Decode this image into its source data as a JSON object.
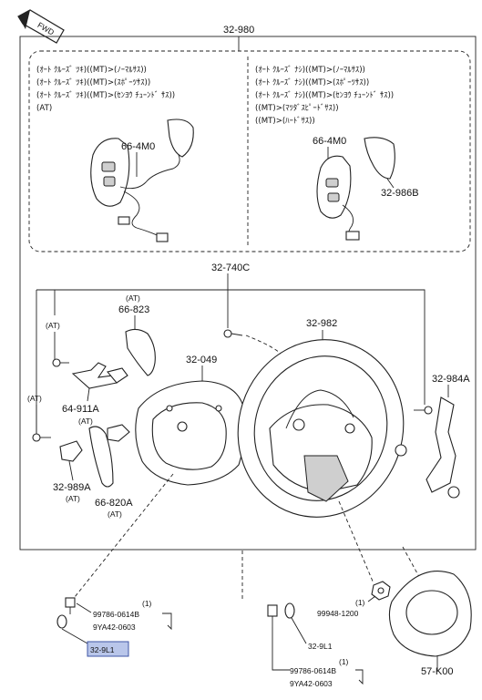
{
  "direction_tag": "FWD",
  "upper_box": {
    "part_no": "32-980",
    "left_notes": [
      "(ｵｰﾄ ｸﾙｰｽﾞ ﾂｷ)((MT)>(ﾉｰﾏﾙｻｽ))",
      "(ｵｰﾄ ｸﾙｰｽﾞ ﾂｷ)((MT)>(ｽﾎﾟｰﾂｻｽ))",
      "(ｵｰﾄ ｸﾙｰｽﾞ ﾂｷ)((MT)>(ｾﾝﾖｳ ﾁｭｰﾝﾄﾞ ｻｽ))",
      "(AT)"
    ],
    "right_notes": [
      "(ｵｰﾄ ｸﾙｰｽﾞ ﾅｼ)((MT)>(ﾉｰﾏﾙｻｽ))",
      "(ｵｰﾄ ｸﾙｰｽﾞ ﾅｼ)((MT)>(ｽﾎﾟｰﾂｻｽ))",
      "(ｵｰﾄ ｸﾙｰｽﾞ ﾅｼ)((MT)>(ｾﾝﾖｳ ﾁｭｰﾝﾄﾞ ｻｽ))",
      "((MT)>(ﾏﾂﾀﾞｽﾋﾟｰﾄﾞｻｽ))",
      "((MT)>(ﾊｰﾄﾞｻｽ))"
    ],
    "left_switch": "66-4M0",
    "right_switch": "66-4M0",
    "right_cover": "32-986B"
  },
  "lower": {
    "paddle_bracket_group": "32-740C",
    "wheel": "32-982",
    "cover": "32-049",
    "right_bracket": "32-984A",
    "paddle_up": {
      "note": "(AT)",
      "part_no": "66-823"
    },
    "paddle_down": {
      "part_no": "66-820A",
      "note": "(AT)"
    },
    "bracket": {
      "part_no": "64-911A",
      "note": "(AT)"
    },
    "bracket_2": {
      "part_no": "32-989A",
      "note": "(AT)"
    },
    "at_notes": [
      "(AT)",
      "(AT)"
    ]
  },
  "bottom": {
    "bolt_left": {
      "qty": "(1)",
      "part_no": "99786-0614B",
      "alt": "9YA42-0603"
    },
    "cap_left": "32-9L1",
    "nut": {
      "qty": "(1)",
      "part_no": "99948-1200"
    },
    "cap_mid": "32-9L1",
    "bolt_mid": {
      "qty": "(1)",
      "part_no": "99786-0614B",
      "alt": "9YA42-0603"
    },
    "airbag": "57-K00"
  },
  "highlight_color": "#b9c6ea"
}
